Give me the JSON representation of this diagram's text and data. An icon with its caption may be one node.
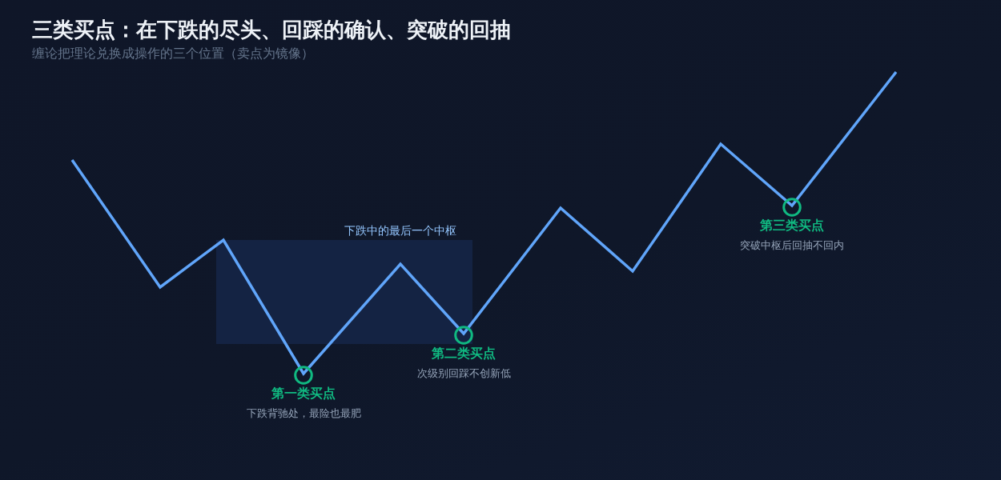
{
  "diagram": {
    "title": "三类买点：在下跌的尽头、回踩的确认、突破的回抽",
    "nodes": [
      {
        "text": [
          "下跌中的最后一个中枢"
        ]
      },
      {
        "text": [],
        "shape": "circle",
        "beside": [
          "第一类买点",
          "下跌背驰处，最险也最肥"
        ]
      },
      {
        "text": [],
        "shape": "circle",
        "in": 0,
        "beside": [
          "第二类买点",
          "次级别回踩不创新低"
        ]
      },
      {
        "text": [],
        "shape": "circle",
        "beside": [
          "第三类买点",
          "突破中枢后回抽不回内"
        ]
      }
    ],
    "labels": [
      "缠论把理论兑换成操作的三个位置（卖点为镜像）"
    ]
  }
}
